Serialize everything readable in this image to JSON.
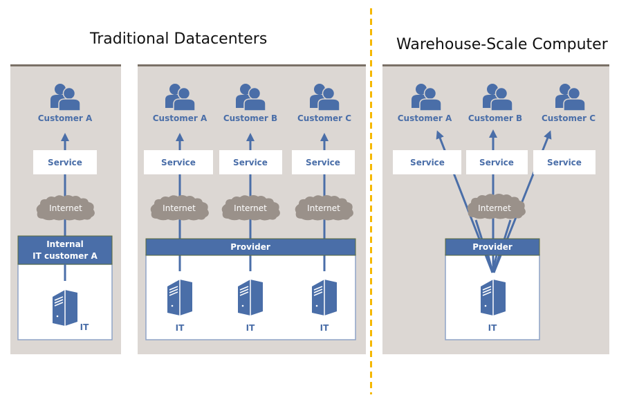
{
  "headings": {
    "traditional": "Traditional Datacenters",
    "wsc": "Warehouse-Scale Computer"
  },
  "colors": {
    "accent_blue": "#4a6ea8",
    "cloud_gray": "#9a918a",
    "panel_bg": "#dcd7d3",
    "panel_border": "#7a7066",
    "divider": "#f5b800"
  },
  "panels": {
    "internal": {
      "customer": "Customer A",
      "service": "Service",
      "internet": "Internet",
      "bar_line1": "Internal",
      "bar_line2": "IT customer A",
      "it": "IT"
    },
    "provider": {
      "customers": [
        "Customer A",
        "Customer B",
        "Customer C"
      ],
      "services": [
        "Service",
        "Service",
        "Service"
      ],
      "internets": [
        "Internet",
        "Internet",
        "Internet"
      ],
      "bar": "Provider",
      "its": [
        "IT",
        "IT",
        "IT"
      ]
    },
    "wsc": {
      "customers": [
        "Customer A",
        "Customer B",
        "Customer C"
      ],
      "services": [
        "Service",
        "Service",
        "Service"
      ],
      "internet": "Internet",
      "bar": "Provider",
      "it": "IT"
    }
  }
}
